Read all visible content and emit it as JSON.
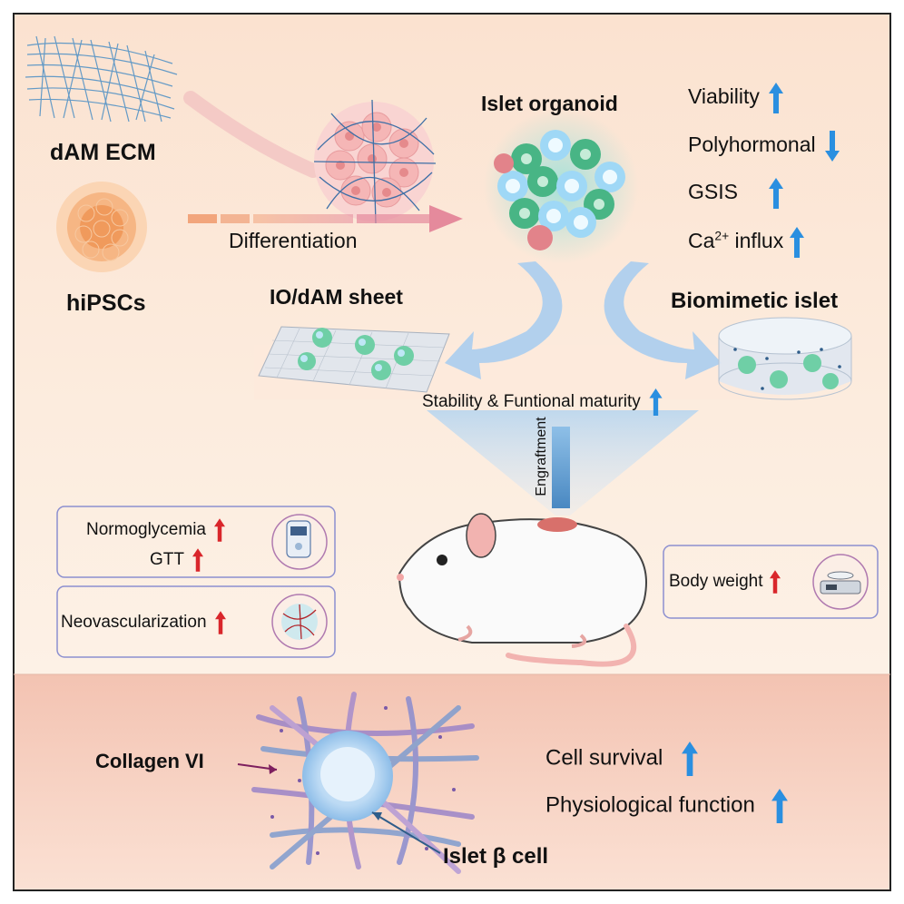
{
  "labels": {
    "dam_ecm": "dAM ECM",
    "hipscs": "hiPSCs",
    "differentiation": "Differentiation",
    "islet_organoid": "Islet organoid",
    "io_dam_sheet": "IO/dAM sheet",
    "biomimetic_islet": "Biomimetic islet",
    "stability": "Stability & Funtional maturity",
    "engraftment": "Engraftment",
    "collagen": "Collagen VI",
    "beta_cell": "Islet β cell"
  },
  "organoid_props": [
    {
      "text": "Viability",
      "dir": "up"
    },
    {
      "text": "Polyhormonal",
      "dir": "down"
    },
    {
      "text": "GSIS",
      "dir": "up"
    },
    {
      "text_main": "Ca",
      "text_sup": "2+",
      "text_end": " influx",
      "dir": "up"
    }
  ],
  "outcomes": {
    "normoglycemia": "Normoglycemia",
    "gtt": "GTT",
    "neovascularization": "Neovascularization",
    "body_weight": "Body weight"
  },
  "bottom_props": [
    {
      "text": "Cell survival",
      "dir": "up"
    },
    {
      "text": "Physiological function",
      "dir": "up"
    }
  ],
  "colors": {
    "upper_bg": "#fbe6d6",
    "lower_bg": "#f4c6b6",
    "blue_arrow": "#2a8fe0",
    "red_arrow": "#d9262b",
    "box_border": "#8c8fd0"
  }
}
